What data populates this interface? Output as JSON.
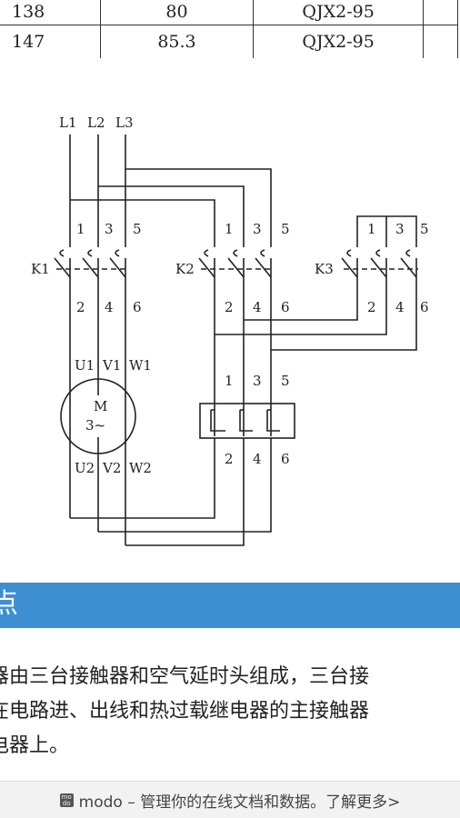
{
  "table": {
    "rows": [
      [
        "138",
        "80",
        "QJX2-95",
        ""
      ],
      [
        "147",
        "85.3",
        "QJX2-95",
        ""
      ]
    ]
  },
  "diagram": {
    "phase_labels": [
      "L1",
      "L2",
      "L3"
    ],
    "contactor_labels": [
      "K1",
      "K2",
      "K3"
    ],
    "terminal_top": [
      "1",
      "3",
      "5"
    ],
    "terminal_bottom": [
      "2",
      "4",
      "6"
    ],
    "motor": {
      "label": "M",
      "sub": "3~",
      "inputs": [
        "U1",
        "V1",
        "W1"
      ],
      "outputs": [
        "U2",
        "V2",
        "W2"
      ]
    }
  },
  "section": {
    "title": "点"
  },
  "body": {
    "lines": [
      "器由三台接触器和空气延时头组成，三台接",
      "在电路进、出线和热过载继电器的主接触器",
      "电器上。"
    ]
  },
  "footer": {
    "logo_text": "mo do",
    "text": "modo – 管理你的在线文档和数据。了解更多>"
  },
  "colors": {
    "accent": "#3d8fd1",
    "footer_bg": "#f2f2f2"
  }
}
